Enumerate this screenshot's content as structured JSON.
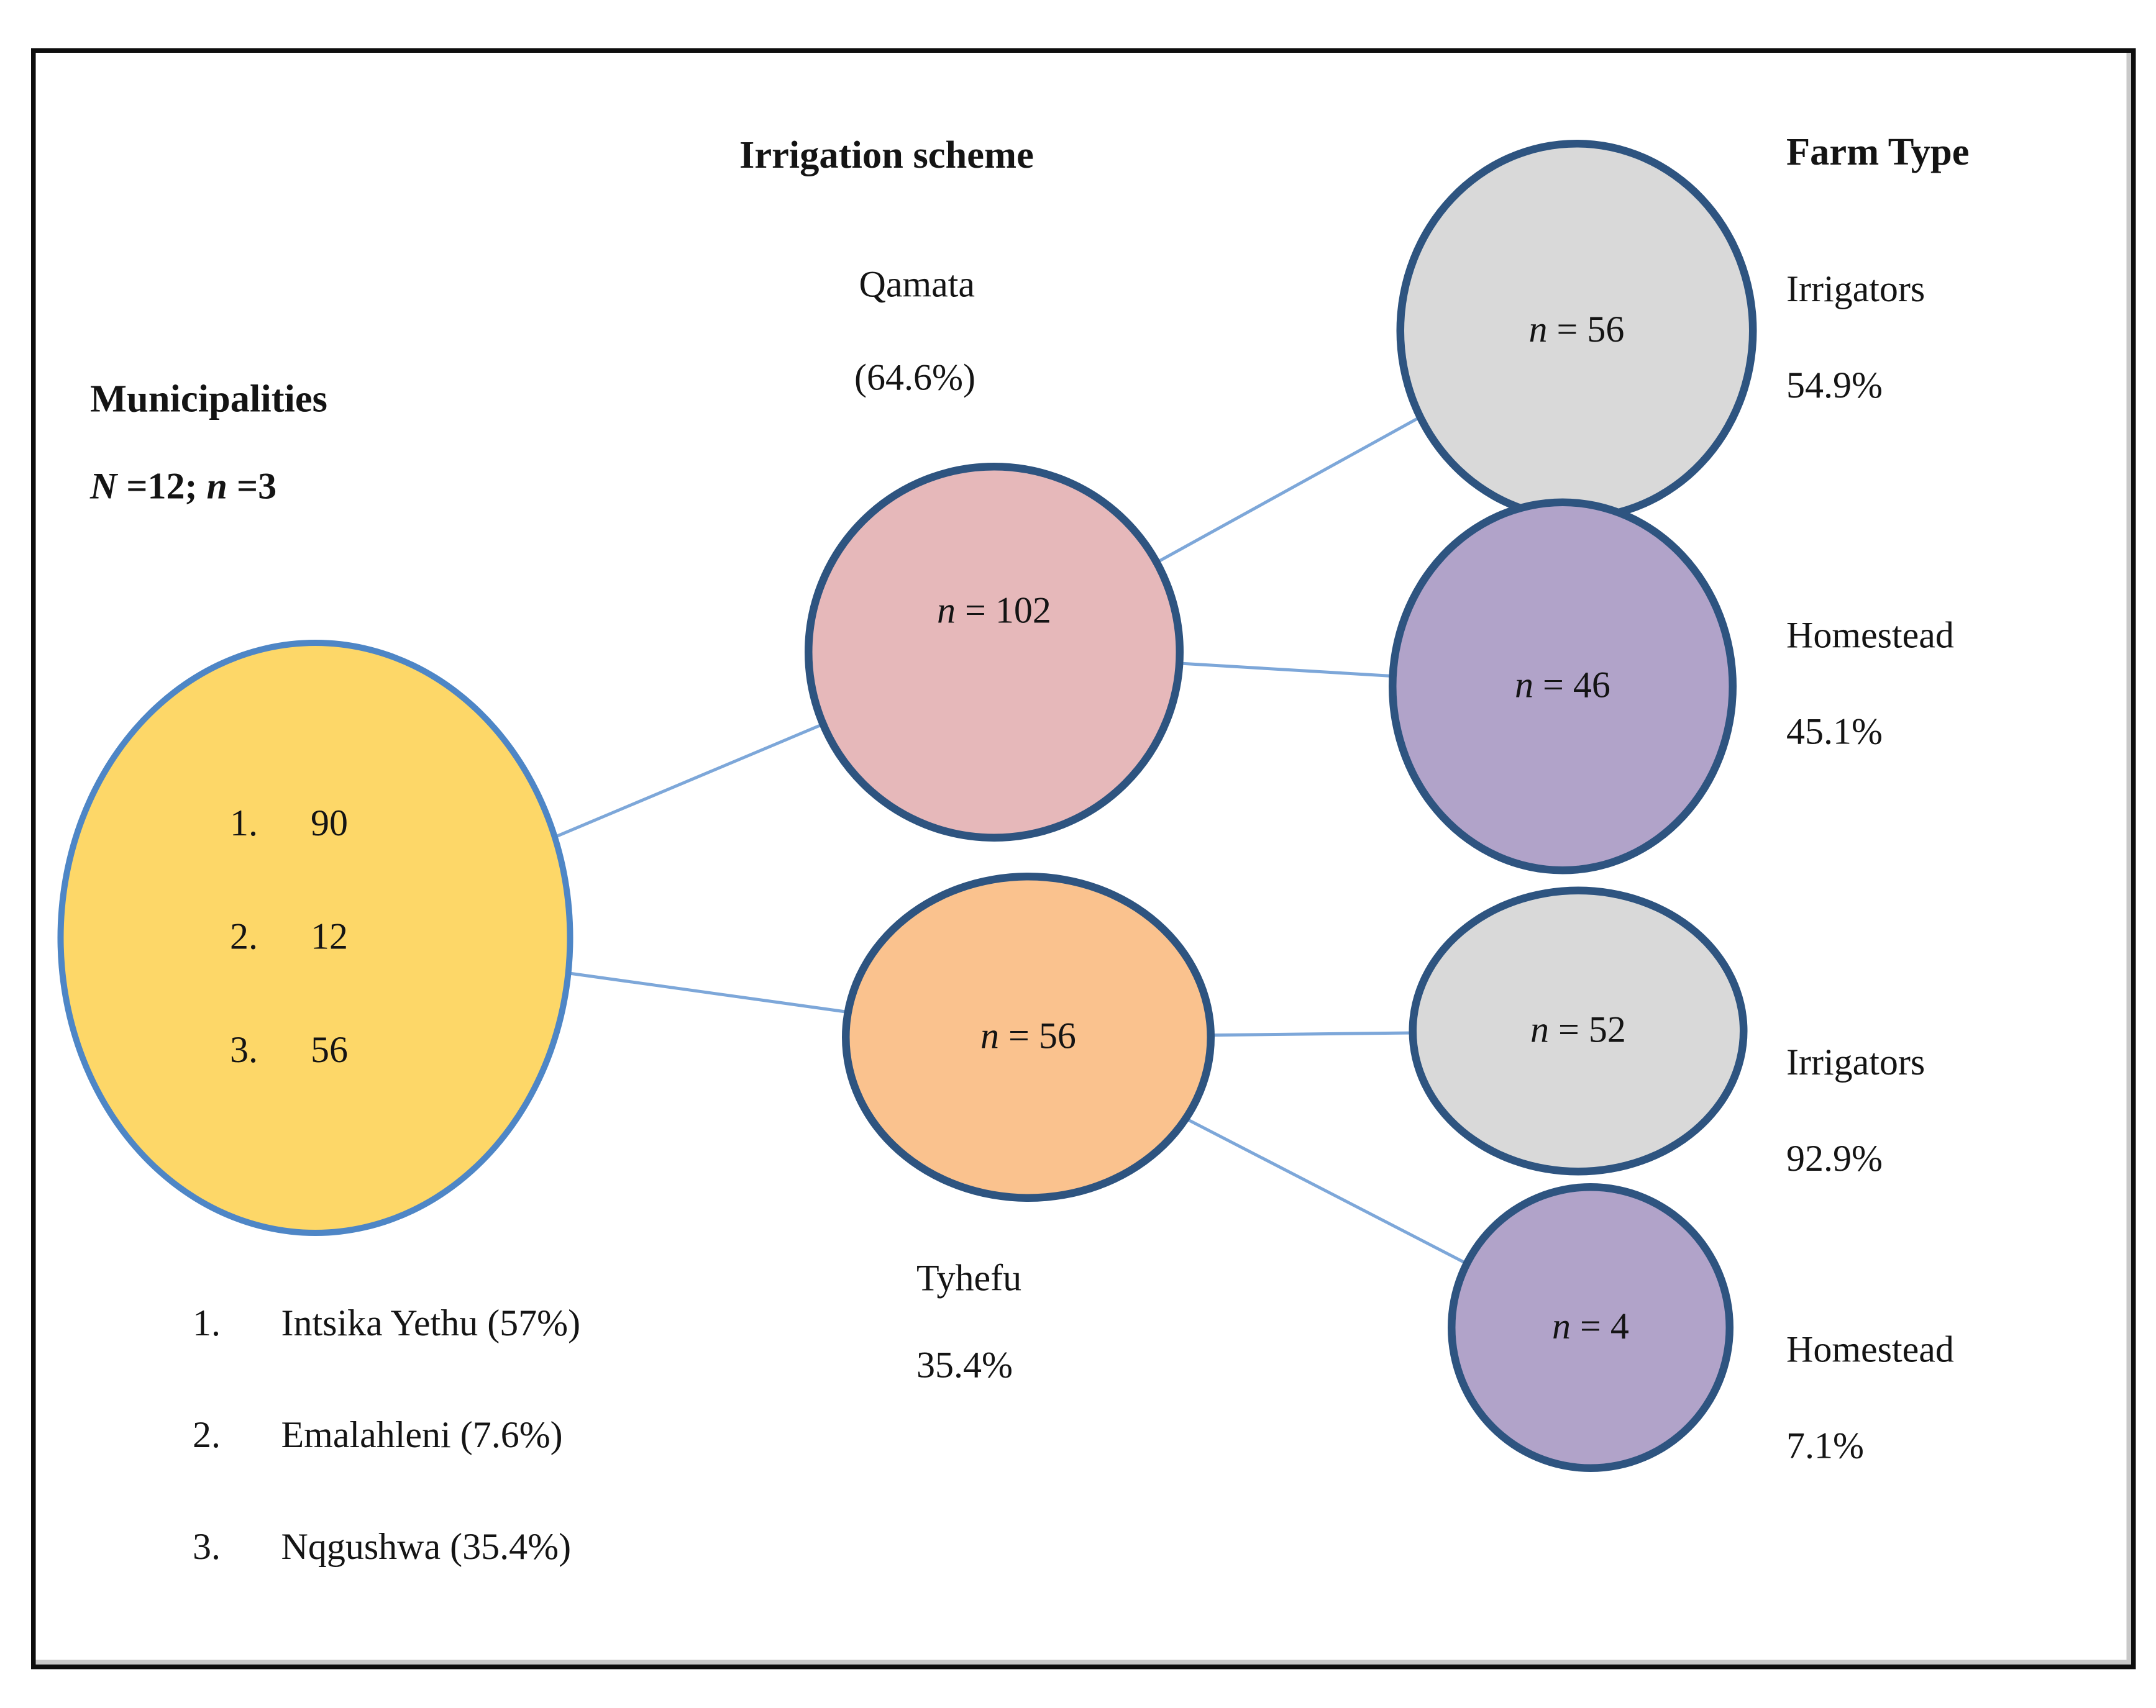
{
  "colors": {
    "page_bg": "#ffffff",
    "frame_border": "#0d0d0d",
    "municipalities_fill": "#FDD768",
    "municipalities_border": "#4E86C6",
    "qamata_fill": "#E6B8BA",
    "tyhefu_fill": "#FAC28E",
    "irrigators_fill": "#D9D9D9",
    "homestead_fill": "#B1A3C9",
    "scheme_border": "#2E5480",
    "connector": "#7DA7D9"
  },
  "headers": {
    "municipalities_title": "Municipalities",
    "stats_N_label": "N",
    "stats_N_rest": " =12; ",
    "stats_n_label": "n",
    "stats_n_rest": " =3",
    "irrigation_scheme_title": "Irrigation scheme",
    "farm_type_title": "Farm Type"
  },
  "municipalities_node": {
    "items": [
      {
        "num": "1.",
        "value": "90"
      },
      {
        "num": "2.",
        "value": "12"
      },
      {
        "num": "3.",
        "value": "56"
      }
    ]
  },
  "scheme_nodes": {
    "qamata": {
      "name": "Qamata",
      "pct": "(64.6%)",
      "n_label": "n",
      "n_value": " = 102"
    },
    "tyhefu": {
      "name": "Tyhefu",
      "pct": "35.4%",
      "n_label": "n",
      "n_value": " = 56"
    }
  },
  "farm_nodes": {
    "qamata_irrigators": {
      "n_label": "n",
      "n_value": " = 56",
      "name": "Irrigators",
      "pct": "54.9%"
    },
    "qamata_homestead": {
      "n_label": "n",
      "n_value": " = 46",
      "name": "Homestead",
      "pct": "45.1%"
    },
    "tyhefu_irrigators": {
      "n_label": "n",
      "n_value": " = 52",
      "name": "Irrigators",
      "pct": "92.9%"
    },
    "tyhefu_homestead": {
      "n_label": "n",
      "n_value": " = 4",
      "name": "Homestead",
      "pct": "7.1%"
    }
  },
  "legend": [
    {
      "num": "1.",
      "label": "Intsika Yethu (57%)"
    },
    {
      "num": "2.",
      "label": "Emalahleni (7.6%)"
    },
    {
      "num": "3.",
      "label": "Nqgushwa (35.4%)"
    }
  ]
}
